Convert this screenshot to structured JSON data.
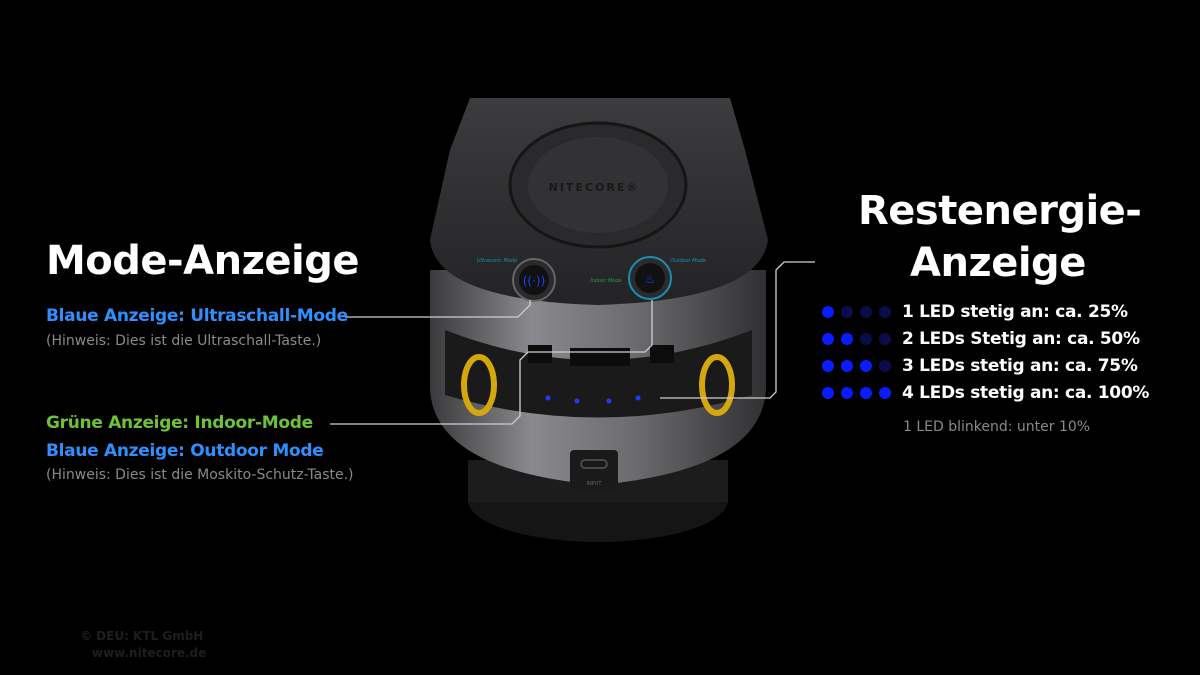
{
  "left": {
    "title": "Mode-Anzeige",
    "ultrasonic_label": "Blaue Anzeige: Ultraschall-Mode",
    "ultrasonic_note": "(Hinweis: Dies ist die Ultraschall-Taste.)",
    "indoor_label": "Grüne Anzeige: Indoor-Mode",
    "outdoor_label": "Blaue Anzeige: Outdoor Mode",
    "mosquito_note": "(Hinweis: Dies ist die Moskito-Schutz-Taste.)"
  },
  "right": {
    "title_line1": "Restenergie-",
    "title_line2": "Anzeige",
    "levels": [
      {
        "leds_on": 1,
        "text": "1 LED stetig an: ca. 25%"
      },
      {
        "leds_on": 2,
        "text": "2 LEDs Stetig an: ca. 50%"
      },
      {
        "leds_on": 3,
        "text": "3 LEDs stetig an: ca. 75%"
      },
      {
        "leds_on": 4,
        "text": "4 LEDs stetig an: ca. 100%"
      }
    ],
    "blink_note": "1 LED blinkend: unter 10%"
  },
  "device": {
    "brand": "NITECORE®",
    "ultrasonic_mode": "Ultrasonic Mode",
    "indoor_mode": "Indoor Mode",
    "outdoor_mode": "Outdoor Mode",
    "port_label": "INPUT"
  },
  "watermark": {
    "line1": "© DEU: KTL GmbH",
    "line2": "www.nitecore.de"
  },
  "colors": {
    "blue": "#2f8fff",
    "green": "#6cc23a",
    "led_on": "#0a1cff",
    "led_off": "#0b0d4a"
  }
}
